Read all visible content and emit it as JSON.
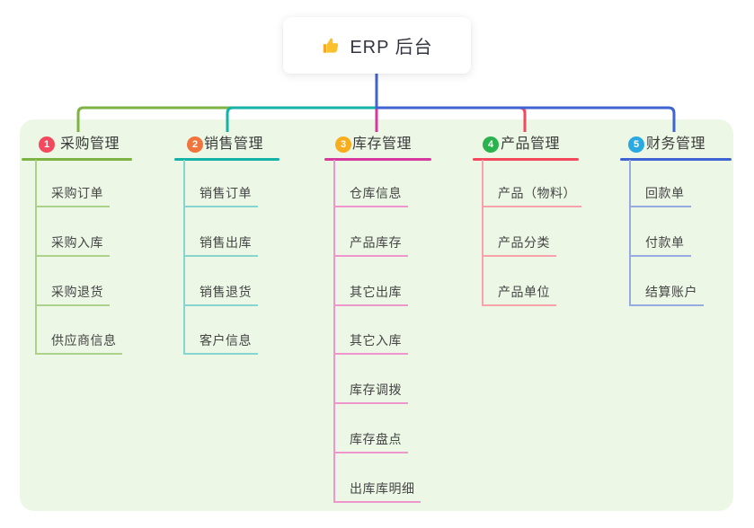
{
  "root": {
    "title": "ERP 后台",
    "icon": "thumbs-up-icon"
  },
  "canvas": {
    "background": "#ffffff",
    "panel_background": "#ecf7e6",
    "root_connector_color": "#4565d6"
  },
  "branches": [
    {
      "index": "1",
      "label": "采购管理",
      "badge_color": "#f2495f",
      "line_color": "#7cb342",
      "child_line_color": "#acd18a",
      "children": [
        "采购订单",
        "采购入库",
        "采购退货",
        "供应商信息"
      ]
    },
    {
      "index": "2",
      "label": "销售管理",
      "badge_color": "#f0743c",
      "line_color": "#14b2a7",
      "child_line_color": "#86d5cf",
      "children": [
        "销售订单",
        "销售出库",
        "销售退货",
        "客户信息"
      ]
    },
    {
      "index": "3",
      "label": "库存管理",
      "badge_color": "#f8ad1d",
      "line_color": "#d6399e",
      "child_line_color": "#ee96cd",
      "children": [
        "仓库信息",
        "产品库存",
        "其它出库",
        "其它入库",
        "库存调拨",
        "库存盘点",
        "出库库明细"
      ]
    },
    {
      "index": "4",
      "label": "产品管理",
      "badge_color": "#2ab24d",
      "line_color": "#f4495c",
      "child_line_color": "#f8a2ac",
      "children": [
        "产品（物料）",
        "产品分类",
        "产品单位"
      ]
    },
    {
      "index": "5",
      "label": "财务管理",
      "badge_color": "#29a9e1",
      "line_color": "#3f63d0",
      "child_line_color": "#97abe3",
      "children": [
        "回款单",
        "付款单",
        "结算账户"
      ]
    }
  ]
}
